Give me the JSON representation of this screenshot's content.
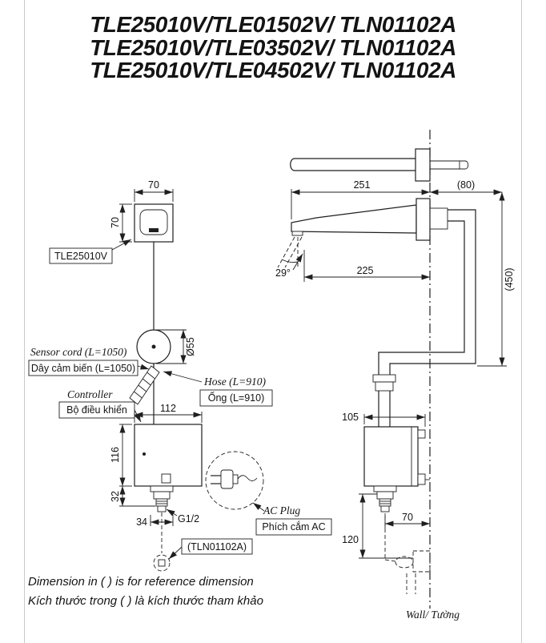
{
  "titles": [
    "TLE25010V/TLE01502V/ TLN01102A",
    "TLE25010V/TLE03502V/ TLN01102A",
    "TLE25010V/TLE04502V/ TLN01102A"
  ],
  "front": {
    "dim_sensor_w": "70",
    "dim_sensor_h": "70",
    "sensor_model": "TLE25010V",
    "dim_circle": "Ø55",
    "sensor_cord_en": "Sensor cord (L=1050)",
    "sensor_cord_vi": "Dây cảm biến (L=1050)",
    "hose_en": "Hose (L=910)",
    "hose_vi": "Ống (L=910)",
    "controller_en": "Controller",
    "controller_vi": "Bộ điều khiển",
    "dim_ctrl_w": "112",
    "dim_ctrl_h": "116",
    "dim_outlet_h": "32",
    "dim_outlet_w": "34",
    "thread_label": "G1/2",
    "ac_plug_en": "AC Plug",
    "ac_plug_vi": "Phích cắm AC",
    "valve_model": "(TLN01102A)"
  },
  "side": {
    "dim_spout_len": "251",
    "dim_behind_wall": "(80)",
    "dim_stream_reach": "225",
    "stream_angle": "29°",
    "dim_height": "(450)",
    "dim_ctrl_depth": "105",
    "dim_outlet_wall": "70",
    "dim_valve_drop": "120",
    "wall_label": "Wall/ Tường"
  },
  "notes": {
    "en": "Dimension in ( ) is for reference dimension",
    "vi": "Kích thước trong ( ) là kích thước tham khảo"
  }
}
